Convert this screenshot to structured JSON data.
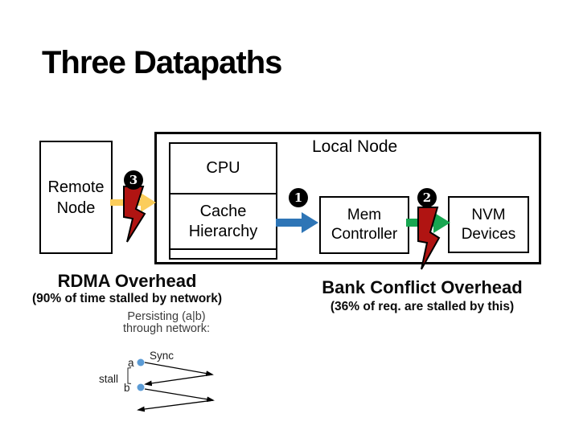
{
  "title": "Three Datapaths",
  "diagram": {
    "remote_node": {
      "line1": "Remote",
      "line2": "Node"
    },
    "local_node_label": "Local Node",
    "cpu_label": "CPU",
    "cache": {
      "line1": "Cache",
      "line2": "Hierarchy"
    },
    "mem": {
      "line1": "Mem",
      "line2": "Controller"
    },
    "nvm": {
      "line1": "NVM",
      "line2": "Devices"
    },
    "badge_1": "1",
    "badge_2": "2",
    "badge_3": "3"
  },
  "colors": {
    "yellow_arrow": "#FBCD5B",
    "blue_arrow": "#2E75B6",
    "green_arrow": "#18A651",
    "bolt_red": "#B01412",
    "dot_blue": "#5B9BD5"
  },
  "captions": {
    "rdma_title": "RDMA Overhead",
    "rdma_sub": "(90% of time stalled by network)",
    "bank_title": "Bank Conflict Overhead",
    "bank_sub": "(36% of req. are stalled by this)"
  },
  "timeline": {
    "caption_line1": "Persisting (a|b)",
    "caption_line2": "through network:",
    "sync_label": "Sync",
    "stall_label": "stall",
    "point_a": "a",
    "point_b": "b"
  }
}
